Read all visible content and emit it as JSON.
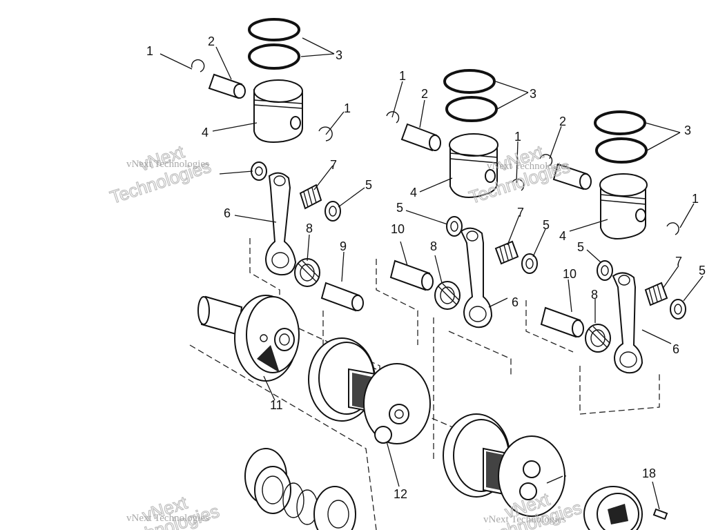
{
  "callouts": [
    {
      "id": "c1a",
      "text": "1"
    },
    {
      "id": "c2a",
      "text": "2"
    },
    {
      "id": "c3a",
      "text": "3"
    },
    {
      "id": "c1b",
      "text": "1"
    },
    {
      "id": "c4a",
      "text": "4"
    },
    {
      "id": "c7a",
      "text": "7"
    },
    {
      "id": "c5a",
      "text": "5"
    },
    {
      "id": "c6a",
      "text": "6"
    },
    {
      "id": "c8a",
      "text": "8"
    },
    {
      "id": "c9a",
      "text": "9"
    },
    {
      "id": "c11",
      "text": "11"
    },
    {
      "id": "c12",
      "text": "12"
    },
    {
      "id": "c1c",
      "text": "1"
    },
    {
      "id": "c2b",
      "text": "2"
    },
    {
      "id": "c3b",
      "text": "3"
    },
    {
      "id": "c1d",
      "text": "1"
    },
    {
      "id": "c4b",
      "text": "4"
    },
    {
      "id": "c5b",
      "text": "5"
    },
    {
      "id": "c10a",
      "text": "10"
    },
    {
      "id": "c8b",
      "text": "8"
    },
    {
      "id": "c7b",
      "text": "7"
    },
    {
      "id": "c5c",
      "text": "5"
    },
    {
      "id": "c6b",
      "text": "6"
    },
    {
      "id": "c2c",
      "text": "2"
    },
    {
      "id": "c3c",
      "text": "3"
    },
    {
      "id": "c1e",
      "text": "1"
    },
    {
      "id": "c4c",
      "text": "4"
    },
    {
      "id": "c5d",
      "text": "5"
    },
    {
      "id": "c7c",
      "text": "7"
    },
    {
      "id": "c5e",
      "text": "5"
    },
    {
      "id": "c10b",
      "text": "10"
    },
    {
      "id": "c8c",
      "text": "8"
    },
    {
      "id": "c6c",
      "text": "6"
    },
    {
      "id": "c18",
      "text": "18"
    }
  ],
  "watermark": {
    "small": "vNext Technologies",
    "big_line1": "vNext",
    "big_line2": "Technologies"
  }
}
